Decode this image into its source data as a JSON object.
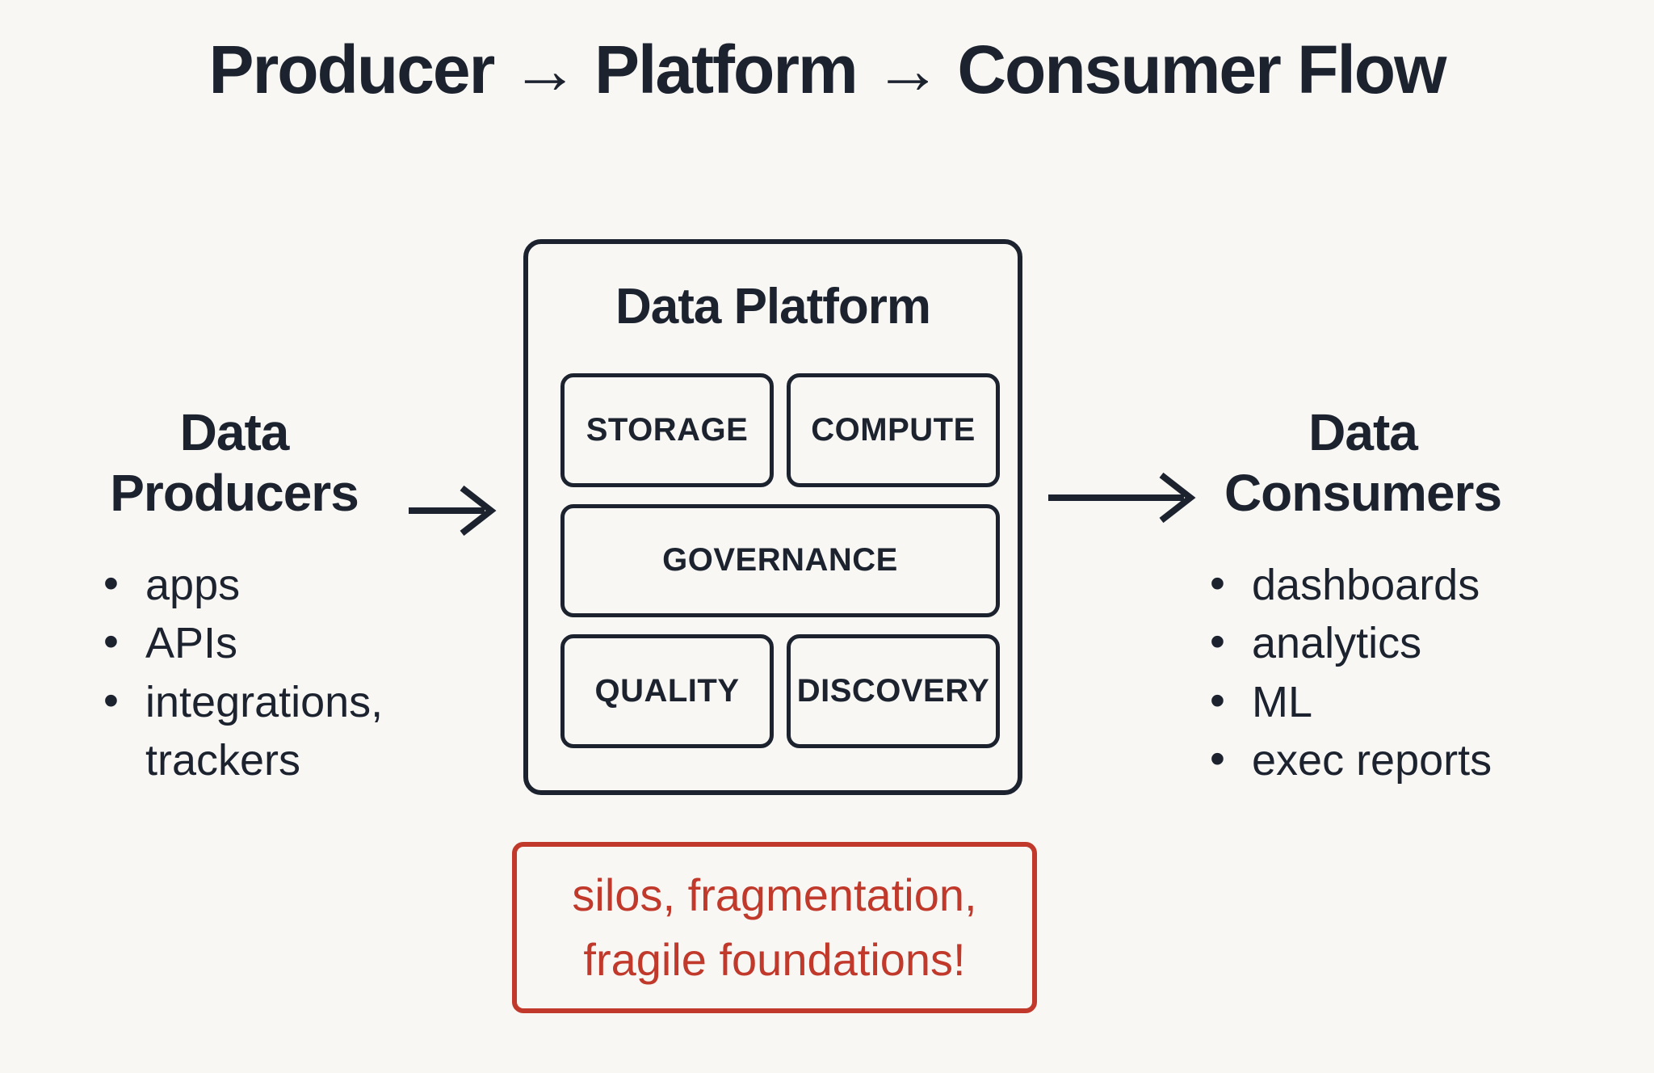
{
  "title": "Producer → Platform → Consumer Flow",
  "ui": {
    "bullet": "•"
  },
  "colors": {
    "ink": "#1c232f",
    "warning_red": "#c0392b",
    "background": "#f8f7f4"
  },
  "producers": {
    "heading_line1": "Data",
    "heading_line2": "Producers",
    "items": [
      "apps",
      "APIs",
      "integrations, trackers"
    ]
  },
  "platform": {
    "title": "Data Platform",
    "modules": [
      "STORAGE",
      "COMPUTE",
      "GOVERNANCE",
      "QUALITY",
      "DISCOVERY"
    ]
  },
  "consumers": {
    "heading_line1": "Data",
    "heading_line2": "Consumers",
    "items": [
      "dashboards",
      "analytics",
      "ML",
      "exec reports"
    ]
  },
  "warning": {
    "line1": "silos, fragmentation,",
    "line2": "fragile foundations!"
  }
}
